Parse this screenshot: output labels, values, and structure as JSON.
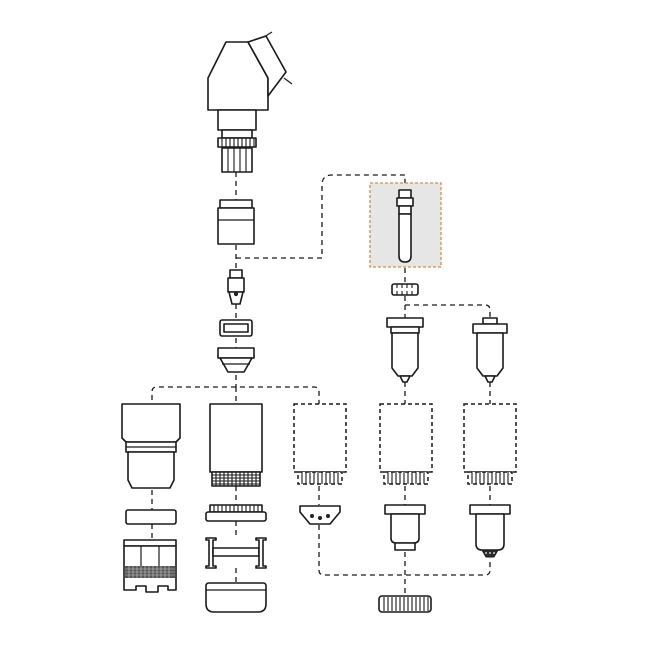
{
  "diagram": {
    "highlight_fill": "#e6e6e6",
    "highlight_border": "#e08a3c",
    "line_color": "#1a1a1a",
    "parts": [
      "torch-head",
      "retaining-cap",
      "electrode",
      "swirl-ring",
      "nozzle",
      "highlighted-electrode",
      "small-swirl-ring",
      "cartridge-nozzle-1",
      "cartridge-nozzle-2",
      "shield-cup",
      "retaining-ring-cup",
      "ghost-cup-1",
      "ghost-cup-2",
      "ghost-cup-3",
      "spacer-ring",
      "threaded-ring",
      "drag-guide",
      "shield-deflector",
      "ohmic-cap",
      "bottom-nozzle-1",
      "bottom-nozzle-2",
      "knurled-ring"
    ]
  }
}
